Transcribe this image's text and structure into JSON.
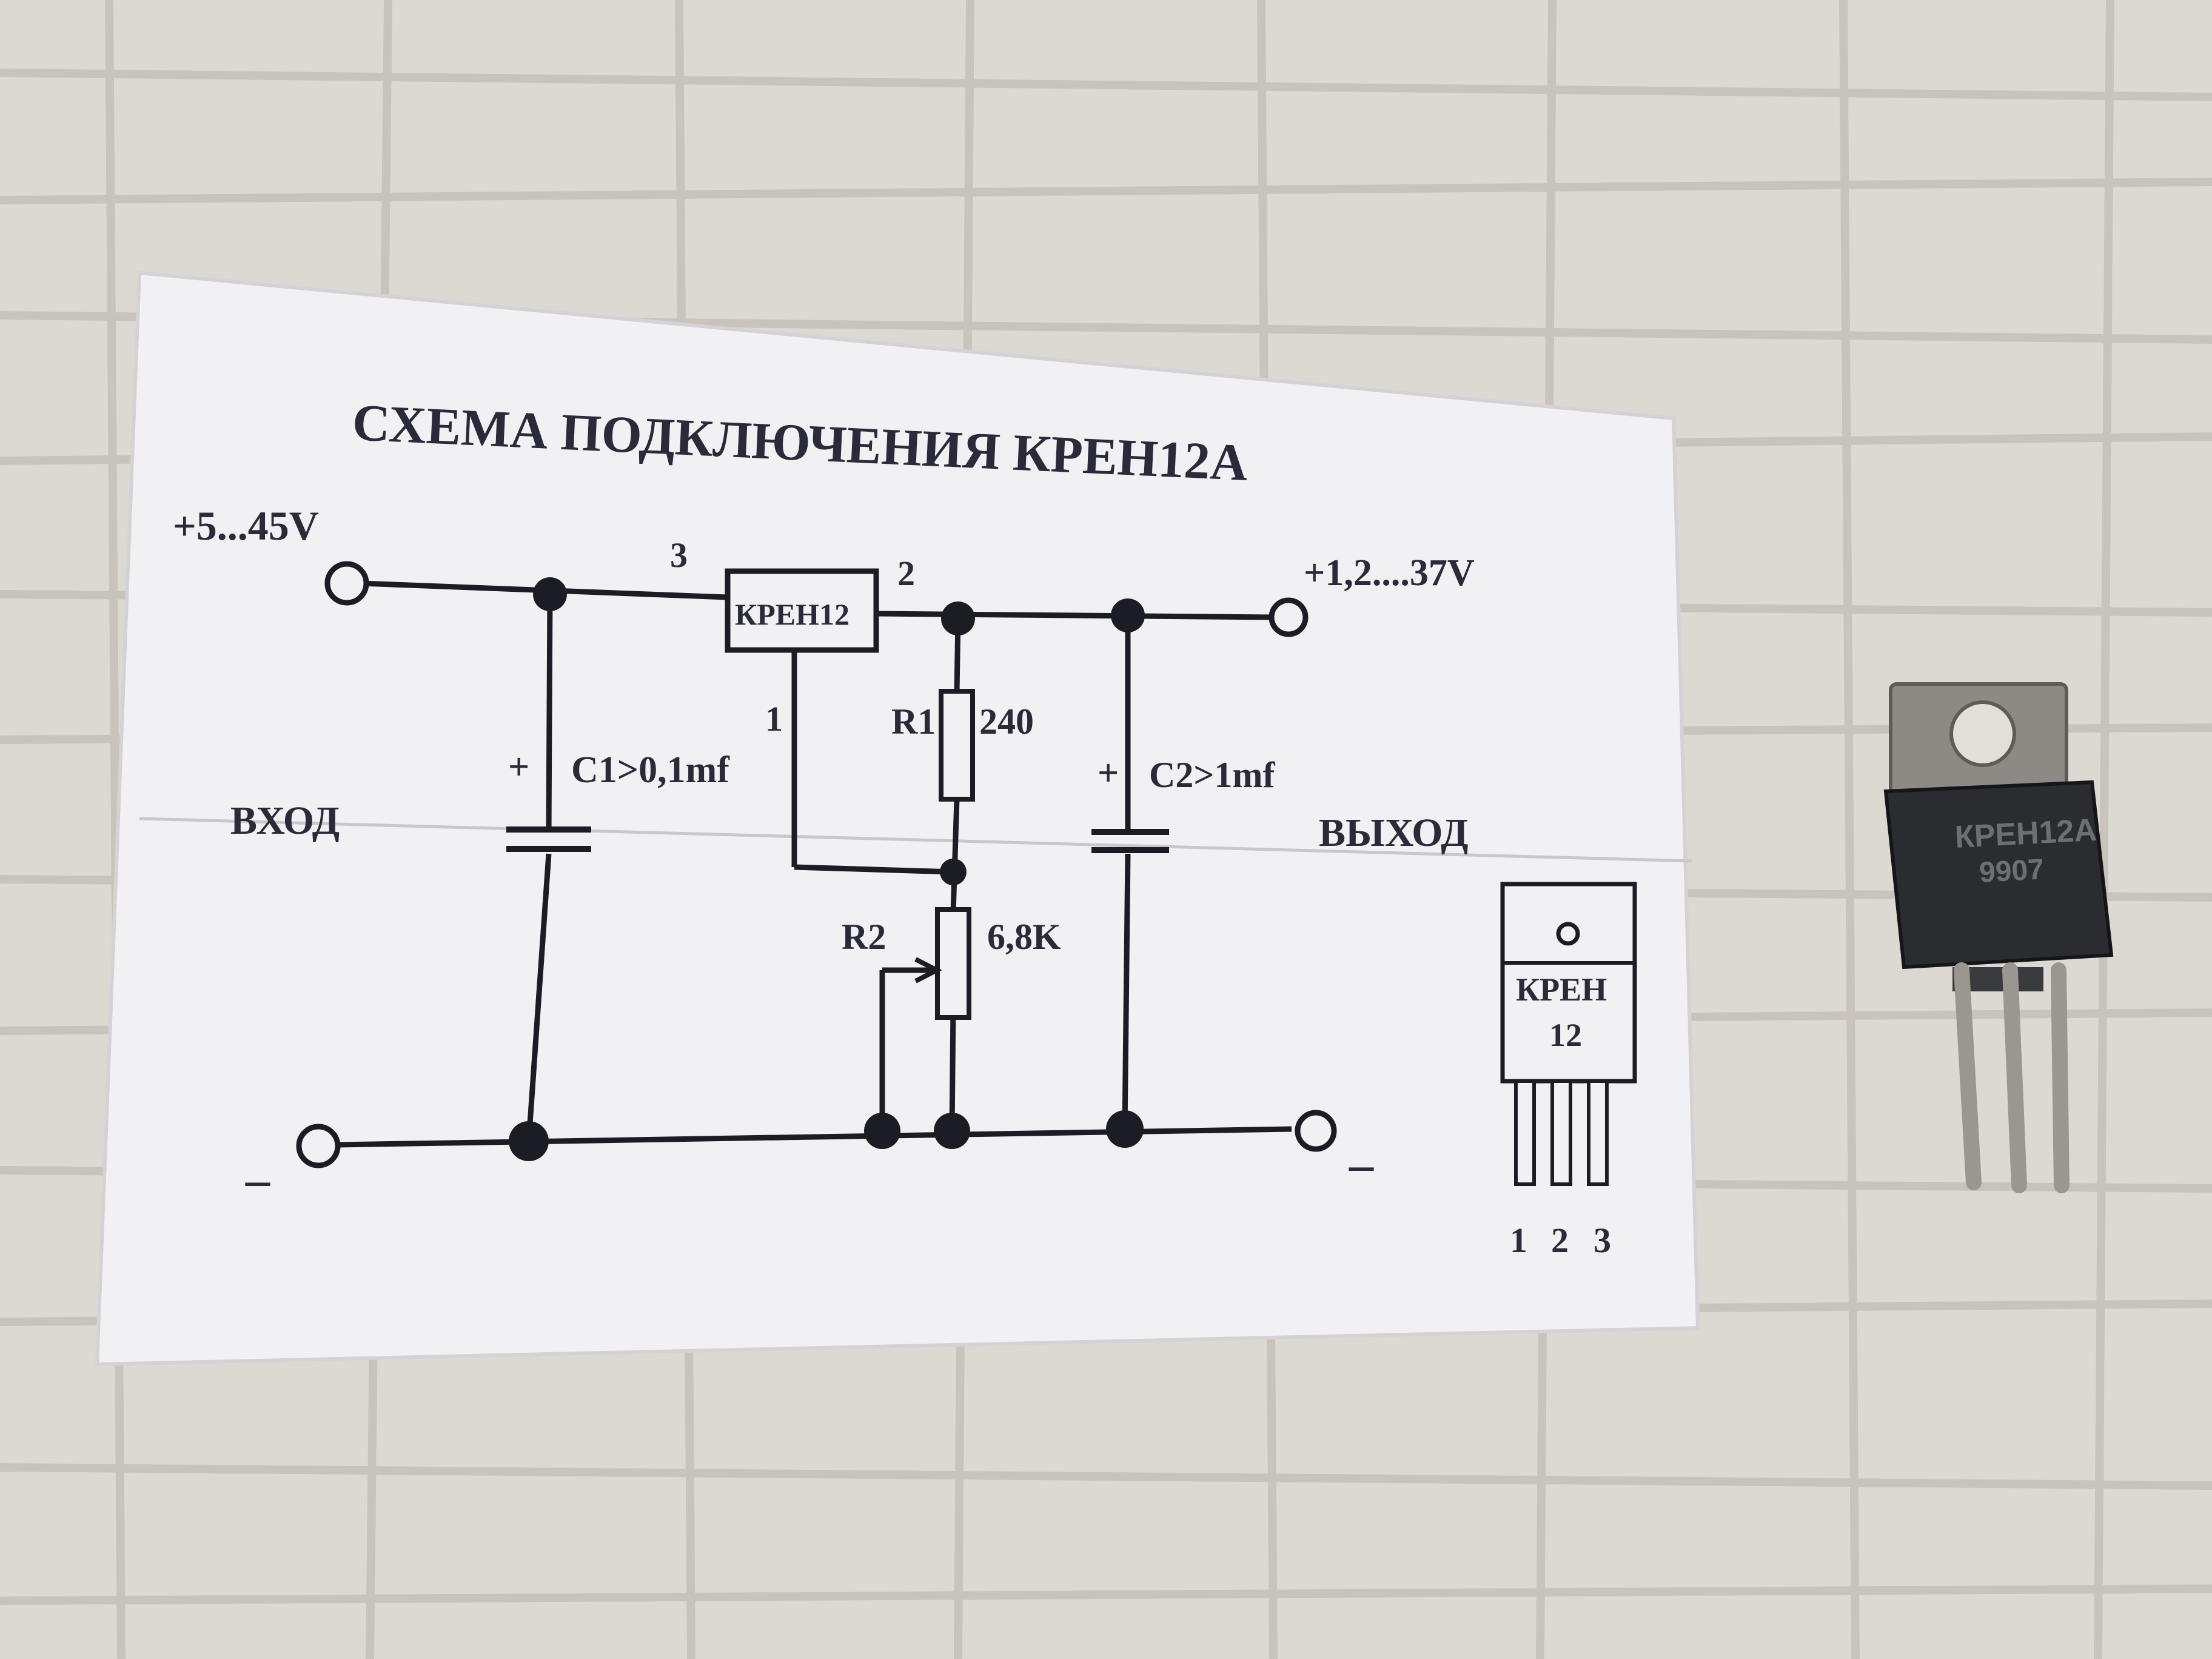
{
  "paper": {
    "title": "СХЕМА  ПОДКЛЮЧЕНИЯ  КРЕН12А",
    "input_voltage": "+5...45V",
    "output_voltage": "+1,2....37V",
    "input_label": "ВХОД",
    "output_label": "ВЫХОД",
    "minus_in": "_",
    "minus_out": "_",
    "regulator_label": "КРЕН12",
    "pin3": "3",
    "pin2": "2",
    "pin1": "1",
    "c1_plus": "+",
    "c1_label": "C1>0,1mf",
    "c2_plus": "+",
    "c2_label": "C2>1mf",
    "r1_name": "R1",
    "r1_value": "240",
    "r2_name": "R2",
    "r2_value": "6,8K",
    "package": {
      "line1": "КРЕН",
      "line2": "12",
      "pins": [
        "1",
        "2",
        "3"
      ]
    }
  },
  "component": {
    "marking_line1": "КРЕН12А",
    "marking_line2": "9907"
  },
  "colors": {
    "background": "#dcd9d3",
    "grain": "#b9b3aa",
    "paper": "#f1f0f2",
    "ink": "#1c1c24",
    "metal_tab": "#8d8a86",
    "body": "#2b2c2f",
    "leads": "#9a9690"
  }
}
